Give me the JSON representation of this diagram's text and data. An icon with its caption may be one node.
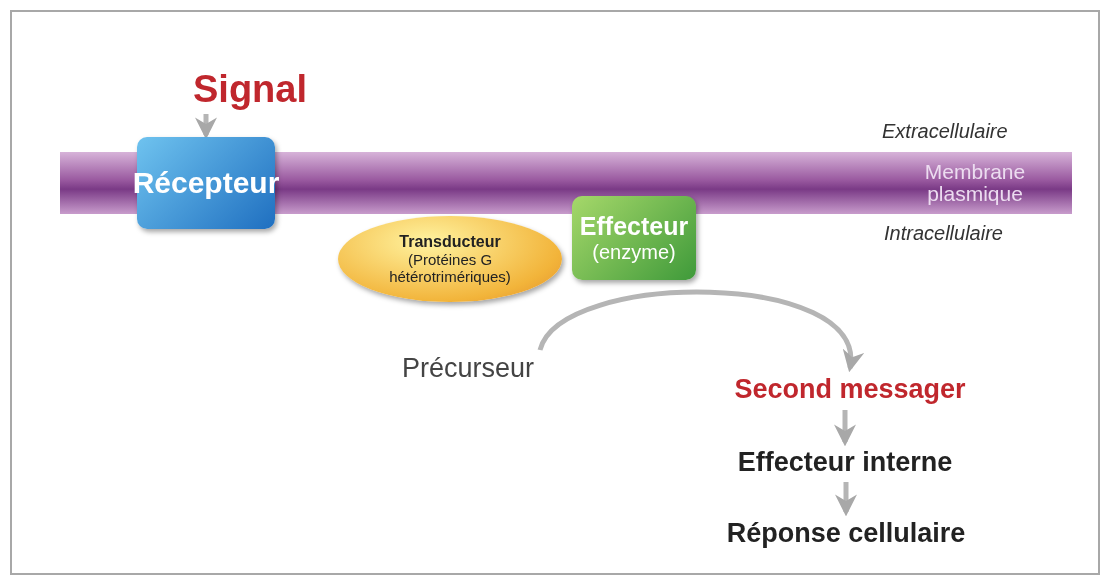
{
  "diagram": {
    "nodes": [
      {
        "text": [
          "Signal"
        ]
      },
      {
        "text": [
          "Récepteur"
        ]
      },
      {
        "text": [
          "Transducteur",
          "(Protéines G hétérotrimériques)"
        ]
      },
      {
        "text": [
          "Effecteur",
          "(enzyme)"
        ]
      },
      {
        "text": [
          "Membrane plasmique"
        ]
      },
      {
        "text": [
          "Précurseur"
        ]
      },
      {
        "text": [
          "Second messager"
        ]
      },
      {
        "text": [
          "Effecteur interne"
        ]
      },
      {
        "text": [
          "Réponse cellulaire"
        ]
      }
    ],
    "edges": [
      {
        "from": 0,
        "to": 1,
        "arrow": "to"
      },
      {
        "from": 5,
        "to": 6,
        "arrow": "to"
      },
      {
        "from": 6,
        "to": 7,
        "arrow": "to"
      },
      {
        "from": 7,
        "to": 8,
        "arrow": "to"
      }
    ],
    "labels": [
      "Extracellulaire",
      "Intracellulaire"
    ]
  }
}
